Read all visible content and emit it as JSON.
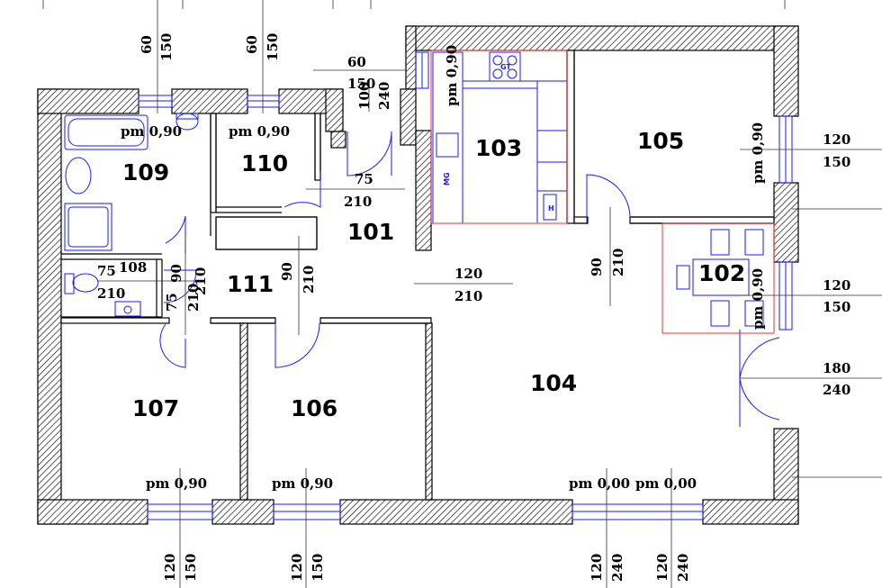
{
  "rooms": [
    {
      "id": "r101",
      "label": "101"
    },
    {
      "id": "r102",
      "label": "102"
    },
    {
      "id": "r103",
      "label": "103"
    },
    {
      "id": "r104",
      "label": "104"
    },
    {
      "id": "r105",
      "label": "105"
    },
    {
      "id": "r106",
      "label": "106"
    },
    {
      "id": "r107",
      "label": "107"
    },
    {
      "id": "r108",
      "label": "108"
    },
    {
      "id": "r109",
      "label": "109"
    },
    {
      "id": "r110",
      "label": "110"
    },
    {
      "id": "r111",
      "label": "111"
    }
  ],
  "window_sills": {
    "w109": "pm 0,90",
    "w110": "pm 0,90",
    "w103": "pm 0,90",
    "w105": "pm 0,90",
    "w102": "pm 0,90",
    "w107": "pm 0,90",
    "w106": "pm 0,90",
    "w104a": "pm 0,00",
    "w104b": "pm 0,00"
  },
  "dims": {
    "top109_w": "60",
    "top109_h": "150",
    "top110_w": "60",
    "top110_h": "150",
    "entry_w": "60",
    "entry_h": "150",
    "entry_door_w": "100",
    "entry_door_h": "240",
    "d101_w": "75",
    "d101_h": "210",
    "d104_w": "120",
    "d104_h": "210",
    "d105_w": "90",
    "d105_h": "210",
    "d111_w": "90",
    "d111_h": "210",
    "d108_w": "75",
    "d108_h": "210",
    "d108v_w": "75",
    "d108v_h": "210",
    "d109v_w": "90",
    "d109v_h": "210",
    "r105_w": "120",
    "r105_h": "150",
    "r102_w": "120",
    "r102_h": "150",
    "r102door_w": "180",
    "r102door_h": "240",
    "b107_w": "120",
    "b107_h": "150",
    "b106_w": "120",
    "b106_h": "150",
    "b104a_w": "120",
    "b104a_h": "240",
    "b104b_w": "120",
    "b104b_h": "240"
  },
  "appliances": {
    "gt": "GT",
    "mg": "MG",
    "h": "H"
  }
}
